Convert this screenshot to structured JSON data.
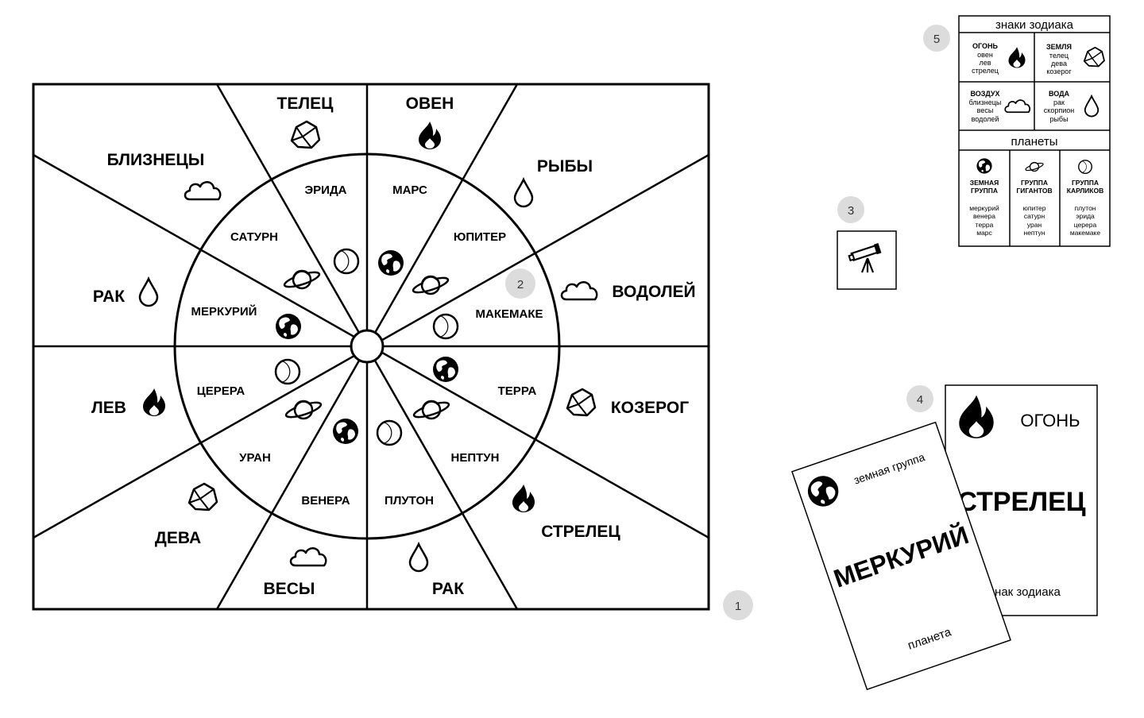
{
  "board": {
    "signs": [
      "ТЕЛЕЦ",
      "ОВЕН",
      "РЫБЫ",
      "ВОДОЛЕЙ",
      "КОЗЕРОГ",
      "СТРЕЛЕЦ",
      "РАК",
      "ВЕСЫ",
      "ДЕВА",
      "ЛЕВ",
      "РАК",
      "БЛИЗНЕЦЫ"
    ],
    "planets": [
      "ЭРИДА",
      "МАРС",
      "ЮПИТЕР",
      "МАКЕМАКЕ",
      "ТЕРРА",
      "НЕПТУН",
      "ПЛУТОН",
      "ВЕНЕРА",
      "УРАН",
      "ЦЕРЕРА",
      "МЕРКУРИЙ",
      "САТУРН"
    ]
  },
  "badges": [
    "1",
    "2",
    "3",
    "4",
    "5"
  ],
  "legend": {
    "zodiac_title": "знаки зодиака",
    "elements": [
      {
        "name": "ОГОНЬ",
        "signs": [
          "овен",
          "лев",
          "стрелец"
        ],
        "icon": "fire-icon"
      },
      {
        "name": "ЗЕМЛЯ",
        "signs": [
          "телец",
          "дева",
          "козерог"
        ],
        "icon": "stone-icon"
      },
      {
        "name": "ВОЗДУХ",
        "signs": [
          "близнецы",
          "весы",
          "водолей"
        ],
        "icon": "cloud-icon"
      },
      {
        "name": "ВОДА",
        "signs": [
          "рак",
          "скорпион",
          "рыбы"
        ],
        "icon": "drop-icon"
      }
    ],
    "planets_title": "планеты",
    "groups": [
      {
        "name": [
          "ЗЕМНАЯ",
          "ГРУППА"
        ],
        "members": [
          "меркурий",
          "венера",
          "терра",
          "марс"
        ],
        "icon": "earth-icon"
      },
      {
        "name": [
          "ГРУППА",
          "ГИГАНТОВ"
        ],
        "members": [
          "юпитер",
          "сатурн",
          "уран",
          "нептун"
        ],
        "icon": "ringed-planet-icon"
      },
      {
        "name": [
          "ГРУППА",
          "КАРЛИКОВ"
        ],
        "members": [
          "плутон",
          "эрида",
          "церера",
          "макемаке"
        ],
        "icon": "moon-icon"
      }
    ]
  },
  "cards": {
    "sign_card": {
      "element": "ОГОНЬ",
      "name": "СТРЕЛЕЦ",
      "footer": "знак зодиака"
    },
    "planet_card": {
      "group": "земная группа",
      "name": "МЕРКУРИЙ",
      "footer": "планета"
    }
  }
}
